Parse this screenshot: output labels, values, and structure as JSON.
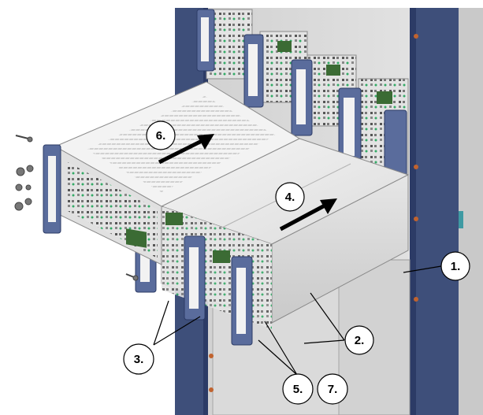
{
  "callouts": [
    {
      "id": "c1",
      "label": "1."
    },
    {
      "id": "c2",
      "label": "2."
    },
    {
      "id": "c3",
      "label": "3."
    },
    {
      "id": "c4",
      "label": "4."
    },
    {
      "id": "c5",
      "label": "5."
    },
    {
      "id": "c6",
      "label": "6."
    },
    {
      "id": "c7",
      "label": "7."
    }
  ],
  "colors": {
    "rack_blue": "#3e4f7a",
    "rack_post": "#2c3b66",
    "panel_gray": "#d8d8d8",
    "chassis_light": "#ececec",
    "handle_blue": "#5a6c9c",
    "arrow": "#000000"
  }
}
